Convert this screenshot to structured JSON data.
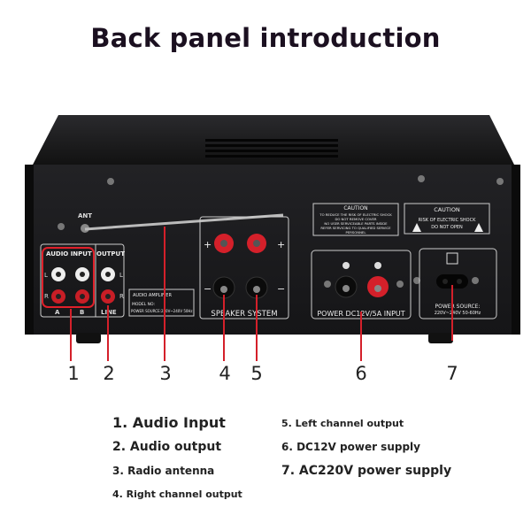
{
  "title": "Back panel introduction",
  "panel": {
    "ant": "ANT",
    "audio_input": "AUDIO INPUT",
    "output": "OUTPUT",
    "l": "L",
    "r": "R",
    "a": "A",
    "b": "B",
    "line": "LINE",
    "amp_label_title": "AUDIO AMPLIFIER",
    "amp_label_model": "MODEL NO:",
    "amp_label_power": "POWER SOURCE:220V~240V 50Hz",
    "speaker_system": "SPEAKER SYSTEM",
    "plus": "+",
    "minus": "−",
    "caution1_title": "CAUTION",
    "caution1_lines": [
      "TO REDUCE THE RISK OF ELECTRIC SHOCK",
      "DO NOT REMOVE COVER",
      "NO USER SERVICEABLE PARTS INSIDE",
      "REFER SERVICING TO QUALIFIED SERVICE",
      "PERSONNEL"
    ],
    "caution2_title": "CAUTION",
    "caution2_lines": [
      "RISK OF ELECTRIC SHOCK",
      "DO NOT OPEN"
    ],
    "dc_input": "POWER DC12V/5A INPUT",
    "power_source": "POWER SOURCE:",
    "power_source_value": "220V~240V 50-60Hz"
  },
  "callouts": [
    "1",
    "2",
    "3",
    "4",
    "5",
    "6",
    "7"
  ],
  "legend": {
    "left": [
      "1. Audio Input",
      "2. Audio output",
      "3. Radio antenna",
      "4. Right channel output"
    ],
    "right": [
      "5. Left channel output",
      "6. DC12V power supply",
      "7. AC220V power supply"
    ]
  },
  "colors": {
    "callout_line": "#d4202a",
    "body": "#1a1a1c",
    "highlight": "#e0202a"
  }
}
